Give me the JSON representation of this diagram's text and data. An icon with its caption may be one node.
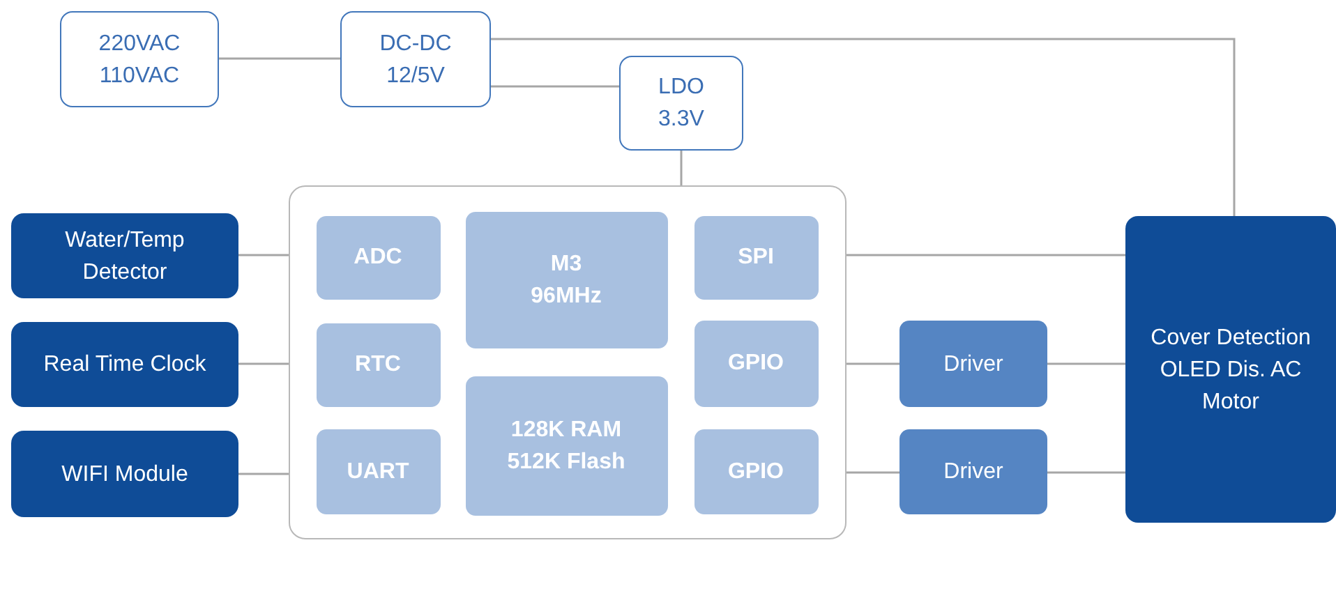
{
  "diagram": {
    "nodes": [
      {
        "text": [
          "220VAC 110VAC"
        ]
      },
      {
        "text": [
          "DC-DC 12/5V"
        ]
      },
      {
        "text": [
          "LDO 3.3V"
        ]
      },
      {
        "text": [],
        "shape": "box"
      },
      {
        "text": [
          "ADC"
        ],
        "in": 3
      },
      {
        "text": [
          "M3 96MHz"
        ],
        "in": 3
      },
      {
        "text": [
          "SPI"
        ],
        "in": 3
      },
      {
        "text": [
          "RTC"
        ],
        "in": 3
      },
      {
        "text": [
          "GPIO"
        ],
        "in": 3
      },
      {
        "text": [
          "128K RAM 512K Flash"
        ],
        "in": 3
      },
      {
        "text": [
          "UART"
        ],
        "in": 3
      },
      {
        "text": [
          "GPIO"
        ],
        "in": 3
      },
      {
        "text": [
          "Water/Temp Detector"
        ]
      },
      {
        "text": [
          "Real Time Clock"
        ]
      },
      {
        "text": [
          "WIFI Module"
        ]
      },
      {
        "text": [
          "Driver"
        ]
      },
      {
        "text": [
          "Driver"
        ]
      },
      {
        "text": [
          "Cover Detection OLED Dis. AC Motor"
        ]
      }
    ],
    "edges": [
      {
        "from": 0,
        "to": 1,
        "arrow": "none"
      },
      {
        "from": 1,
        "to": 17,
        "arrow": "none"
      },
      {
        "from": 1,
        "to": 2,
        "arrow": "none"
      },
      {
        "from": 2,
        "to": 3,
        "arrow": "none"
      },
      {
        "from": 12,
        "to": 3,
        "arrow": "none"
      },
      {
        "from": 13,
        "to": 3,
        "arrow": "none"
      },
      {
        "from": 14,
        "to": 3,
        "arrow": "none"
      },
      {
        "from": 3,
        "to": 17,
        "arrow": "none"
      },
      {
        "from": 3,
        "to": 15,
        "arrow": "none"
      },
      {
        "from": 3,
        "to": 16,
        "arrow": "none"
      },
      {
        "from": 15,
        "to": 17,
        "arrow": "none"
      },
      {
        "from": 16,
        "to": 17,
        "arrow": "none"
      }
    ]
  }
}
